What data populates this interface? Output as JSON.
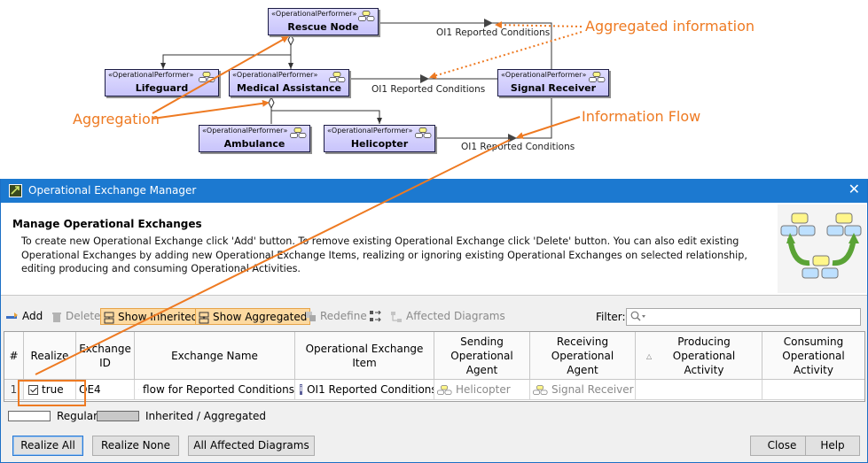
{
  "diagram": {
    "nodes": {
      "rescue_node": {
        "stereotype": "«OperationalPerformer»",
        "name": "Rescue Node"
      },
      "lifeguard": {
        "stereotype": "«OperationalPerformer»",
        "name": "Lifeguard"
      },
      "medical_assistance": {
        "stereotype": "«OperationalPerformer»",
        "name": "Medical Assistance"
      },
      "signal_receiver": {
        "stereotype": "«OperationalPerformer»",
        "name": "Signal Receiver"
      },
      "ambulance": {
        "stereotype": "«OperationalPerformer»",
        "name": "Ambulance"
      },
      "helicopter": {
        "stereotype": "«OperationalPerformer»",
        "name": "Helicopter"
      }
    },
    "flow_labels": {
      "top": "OI1 Reported Conditions",
      "middle": "OI1 Reported Conditions",
      "bottom": "OI1 Reported Conditions"
    },
    "callouts": {
      "aggregated_information": "Aggregated information",
      "aggregation": "Aggregation",
      "information_flow": "Information Flow"
    },
    "callout_color": "#ee7a22"
  },
  "dialog": {
    "title": "Operational Exchange Manager",
    "close_glyph": "✕",
    "header": {
      "title": "Manage Operational Exchanges",
      "description": "To create new Operational Exchange click 'Add' button. To remove existing Operational Exchange click 'Delete' button. You can also edit existing Operational Exchanges by adding new Operational Exchange Items, realizing or ignoring existing Operational Exchanges on selected relationship, editing producing and consuming Operational Activities."
    },
    "toolbar": {
      "add": "Add",
      "delete": "Delete",
      "show_inherited": "Show Inherited",
      "show_aggregated": "Show Aggregated",
      "redefine": "Redefine",
      "affected_diagrams": "Affected Diagrams",
      "filter_label": "Filter:",
      "filter_value": ""
    },
    "table": {
      "columns": {
        "num": "#",
        "realize": "Realize",
        "exchange_id": "Exchange ID",
        "exchange_name": "Exchange Name",
        "item": "Operational Exchange Item",
        "sending": "Sending Operational Agent",
        "receiving": "Receiving Operational Agent",
        "producing": "Producing Operational Activity",
        "consuming": "Consuming Operational Activity"
      },
      "rows": [
        {
          "num": "1",
          "realize": "true",
          "exchange_id": "OE4",
          "exchange_name": "flow for Reported Conditions",
          "item": "OI1 Reported Conditions",
          "sending": "Helicopter",
          "receiving": "Signal Receiver",
          "producing": "",
          "consuming": ""
        }
      ]
    },
    "legend": {
      "regular": "Regular",
      "inherited": "Inherited / Aggregated"
    },
    "buttons": {
      "realize_all": "Realize All",
      "realize_none": "Realize None",
      "all_affected_diagrams": "All Affected Diagrams",
      "close": "Close",
      "help": "Help"
    }
  },
  "colors": {
    "titlebar": "#1c79d0",
    "node_fill": "#c8c4fb",
    "toggle_fill": "#fdd9a0",
    "highlight": "#ee7a22"
  }
}
